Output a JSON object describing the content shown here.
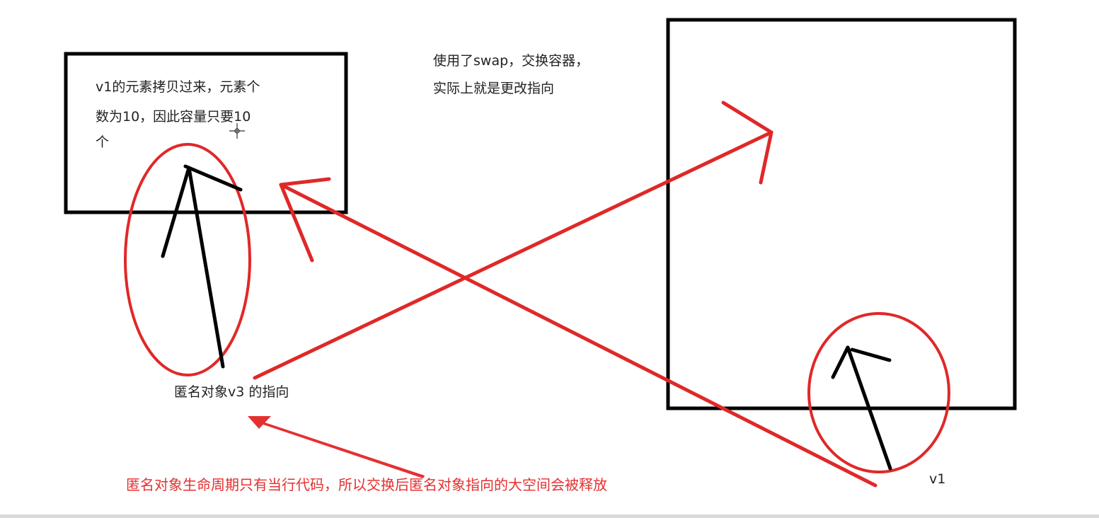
{
  "labels": {
    "box_note_line1": "v1的元素拷贝过来，元素个",
    "box_note_line2": "数为10，因此容量只要10",
    "box_note_line3": "个",
    "swap_note_line1": "使用了swap，交换容器，",
    "swap_note_line2": "实际上就是更改指向",
    "anon_label": "匿名对象v3 的指向",
    "v1_label": "v1",
    "lifecycle_note": "匿名对象生命周期只有当行代码，所以交换后匿名对象指向的大空间会被释放"
  },
  "colors": {
    "accent": "#e02828",
    "ink": "#000000",
    "text": "#222222",
    "background": "#ffffff"
  }
}
